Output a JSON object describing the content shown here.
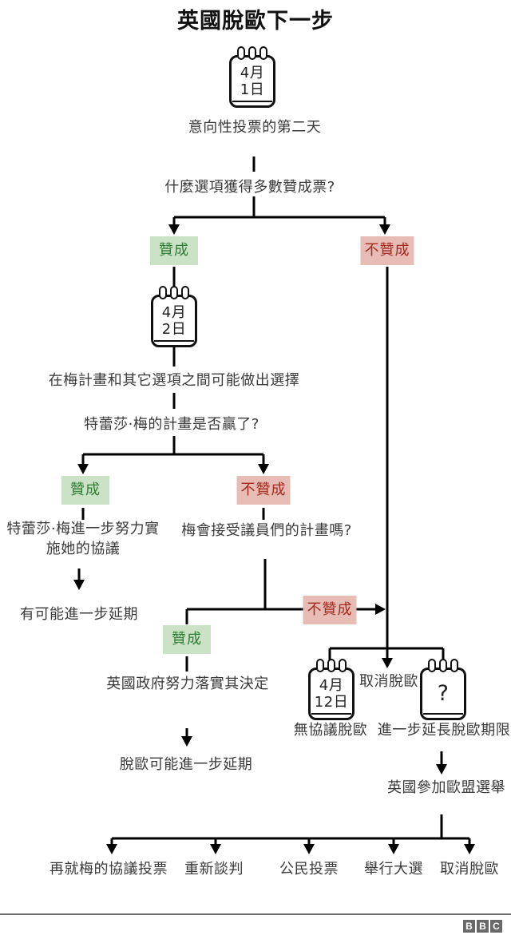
{
  "title": "英國脫歐下一步",
  "colors": {
    "yes_bg": "#cbe2c6",
    "yes_text": "#2e7d32",
    "no_bg": "#e6bcb4",
    "no_text": "#a5281e",
    "line": "#000000",
    "text": "#3a3a3a",
    "footer_line": "#6e6e6e",
    "bbc_box": "#696969",
    "bbc_text": "#ffffff"
  },
  "badges": {
    "yes": "贊成",
    "no": "不贊成"
  },
  "flow": {
    "cal_apr1": {
      "month": "4月",
      "day": "1日",
      "caption": "意向性投票的第二天"
    },
    "q_majority": "什麼選項獲得多數贊成票?",
    "cal_apr2": {
      "month": "4月",
      "day": "2日",
      "caption": "在梅計畫和其它選項之間可能做出選擇"
    },
    "q_may_plan_win": "特蕾莎·梅的計畫是否贏了?",
    "may_implements_line1": "特蕾莎·梅進一步努力實",
    "may_implements_line2": "施她的協議",
    "possible_delay": "有可能進一步延期",
    "q_may_accept": "梅會接受議員們的計畫嗎?",
    "govt_implements": "英國政府努力落實其決定",
    "brexit_delay": "脫歐可能進一步延期",
    "cancel_brexit": "取消脫歐",
    "cal_apr12": {
      "month": "4月",
      "day": "12日",
      "caption": "無協議脫歐"
    },
    "cal_unknown": {
      "day": "?",
      "caption": "進一步延長脫歐期限"
    },
    "eu_elections": "英國參加歐盟選舉",
    "options": [
      "再就梅的協議投票",
      "重新談判",
      "公民投票",
      "舉行大選",
      "取消脫歐"
    ]
  },
  "footer": {
    "logo_letters": [
      "B",
      "B",
      "C"
    ]
  }
}
